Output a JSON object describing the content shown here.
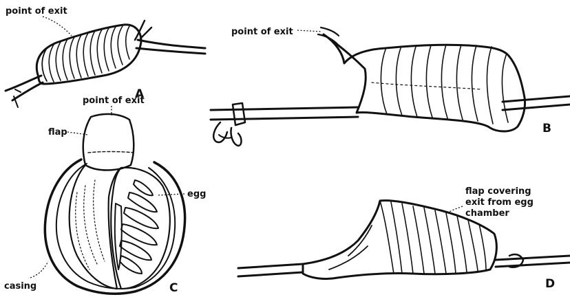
{
  "figure": {
    "panels": [
      {
        "letter": "A",
        "labels": [
          "point of exit"
        ]
      },
      {
        "letter": "B",
        "labels": [
          "point of exit"
        ]
      },
      {
        "letter": "C",
        "labels": [
          "point of exit",
          "flap",
          "egg",
          "casing"
        ]
      },
      {
        "letter": "D",
        "labels": [
          "flap covering",
          "exit from egg",
          "chamber"
        ]
      }
    ]
  },
  "colors": {
    "ink": "#111111",
    "paper": "#ffffff"
  }
}
